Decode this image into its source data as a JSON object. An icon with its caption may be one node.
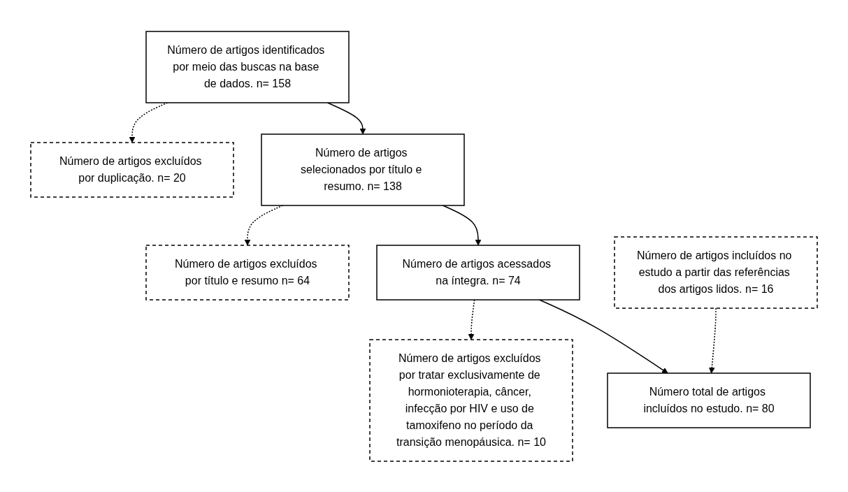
{
  "diagram": {
    "nodes": [
      {
        "text": [
          "Número de artigos identificados por meio das buscas na base de dados. n= 158"
        ]
      },
      {
        "text": [
          "Número de artigos excluídos por duplicação. n= 20"
        ]
      },
      {
        "text": [
          "Número de artigos selecionados por título e resumo. n= 138"
        ]
      },
      {
        "text": [
          "Número de artigos excluídos por título e resumo n= 64"
        ]
      },
      {
        "text": [
          "Número de artigos acessados na íntegra. n= 74"
        ]
      },
      {
        "text": [
          "Número de artigos incluídos no estudo a partir das referências dos artigos lidos. n= 16"
        ]
      },
      {
        "text": [
          "Número de artigos excluídos por tratar exclusivamente de hormonioterapia, câncer, infecção por HIV e uso de tamoxifeno no período da transição menopáusica. n= 10"
        ]
      },
      {
        "text": [
          "Número total de artigos incluídos no estudo. n= 80"
        ]
      }
    ],
    "edges": [
      {
        "from": 0,
        "to": 2,
        "arrow": "to"
      },
      {
        "from": 0,
        "to": 1,
        "arrow": "to",
        "style": "dashed"
      },
      {
        "from": 2,
        "to": 4,
        "arrow": "to"
      },
      {
        "from": 2,
        "to": 3,
        "arrow": "to",
        "style": "dashed"
      },
      {
        "from": 4,
        "to": 7,
        "arrow": "to"
      },
      {
        "from": 4,
        "to": 6,
        "arrow": "to",
        "style": "dashed"
      },
      {
        "from": 5,
        "to": 7,
        "arrow": "to",
        "style": "dashed"
      }
    ]
  }
}
